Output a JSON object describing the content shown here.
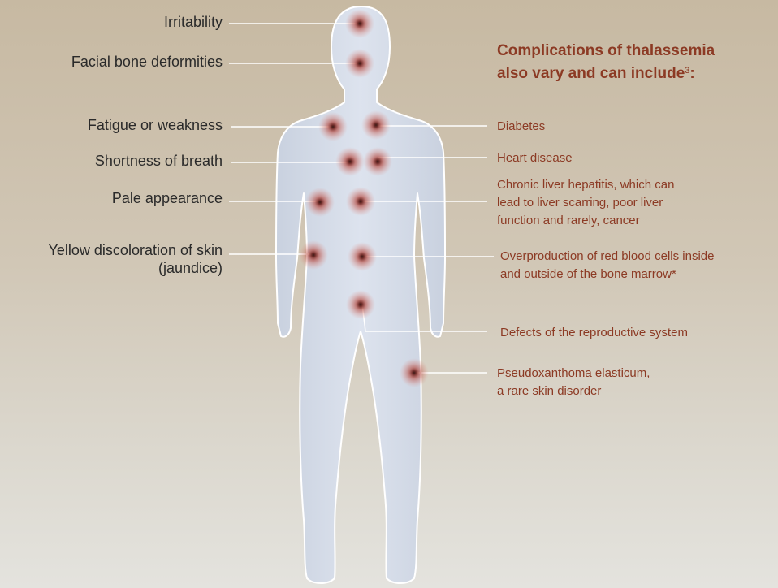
{
  "symptoms": [
    "Irritability",
    "Facial bone deformities",
    "Fatigue or weakness",
    "Shortness of breath",
    "Pale appearance",
    "Yellow discoloration of skin",
    "(jaundice)"
  ],
  "complications_title": {
    "line1": "Complications of thalassemia",
    "line2": "also vary and can include",
    "ref": "3",
    "colon": ":"
  },
  "complications": [
    "Diabetes",
    "Heart disease",
    "Chronic liver hepatitis, which can",
    "lead to liver scarring, poor liver",
    "function and rarely, cancer",
    "Overproduction of red blood cells inside",
    "and outside of the bone marrow*",
    "Defects of the reproductive system",
    "Pseudoxanthoma elasticum,",
    "a rare skin disorder"
  ],
  "colors": {
    "body_fill": "#d4dbe7",
    "spot": "#b03a2e",
    "accent_text": "#8c3a24",
    "line": "#ffffff"
  }
}
